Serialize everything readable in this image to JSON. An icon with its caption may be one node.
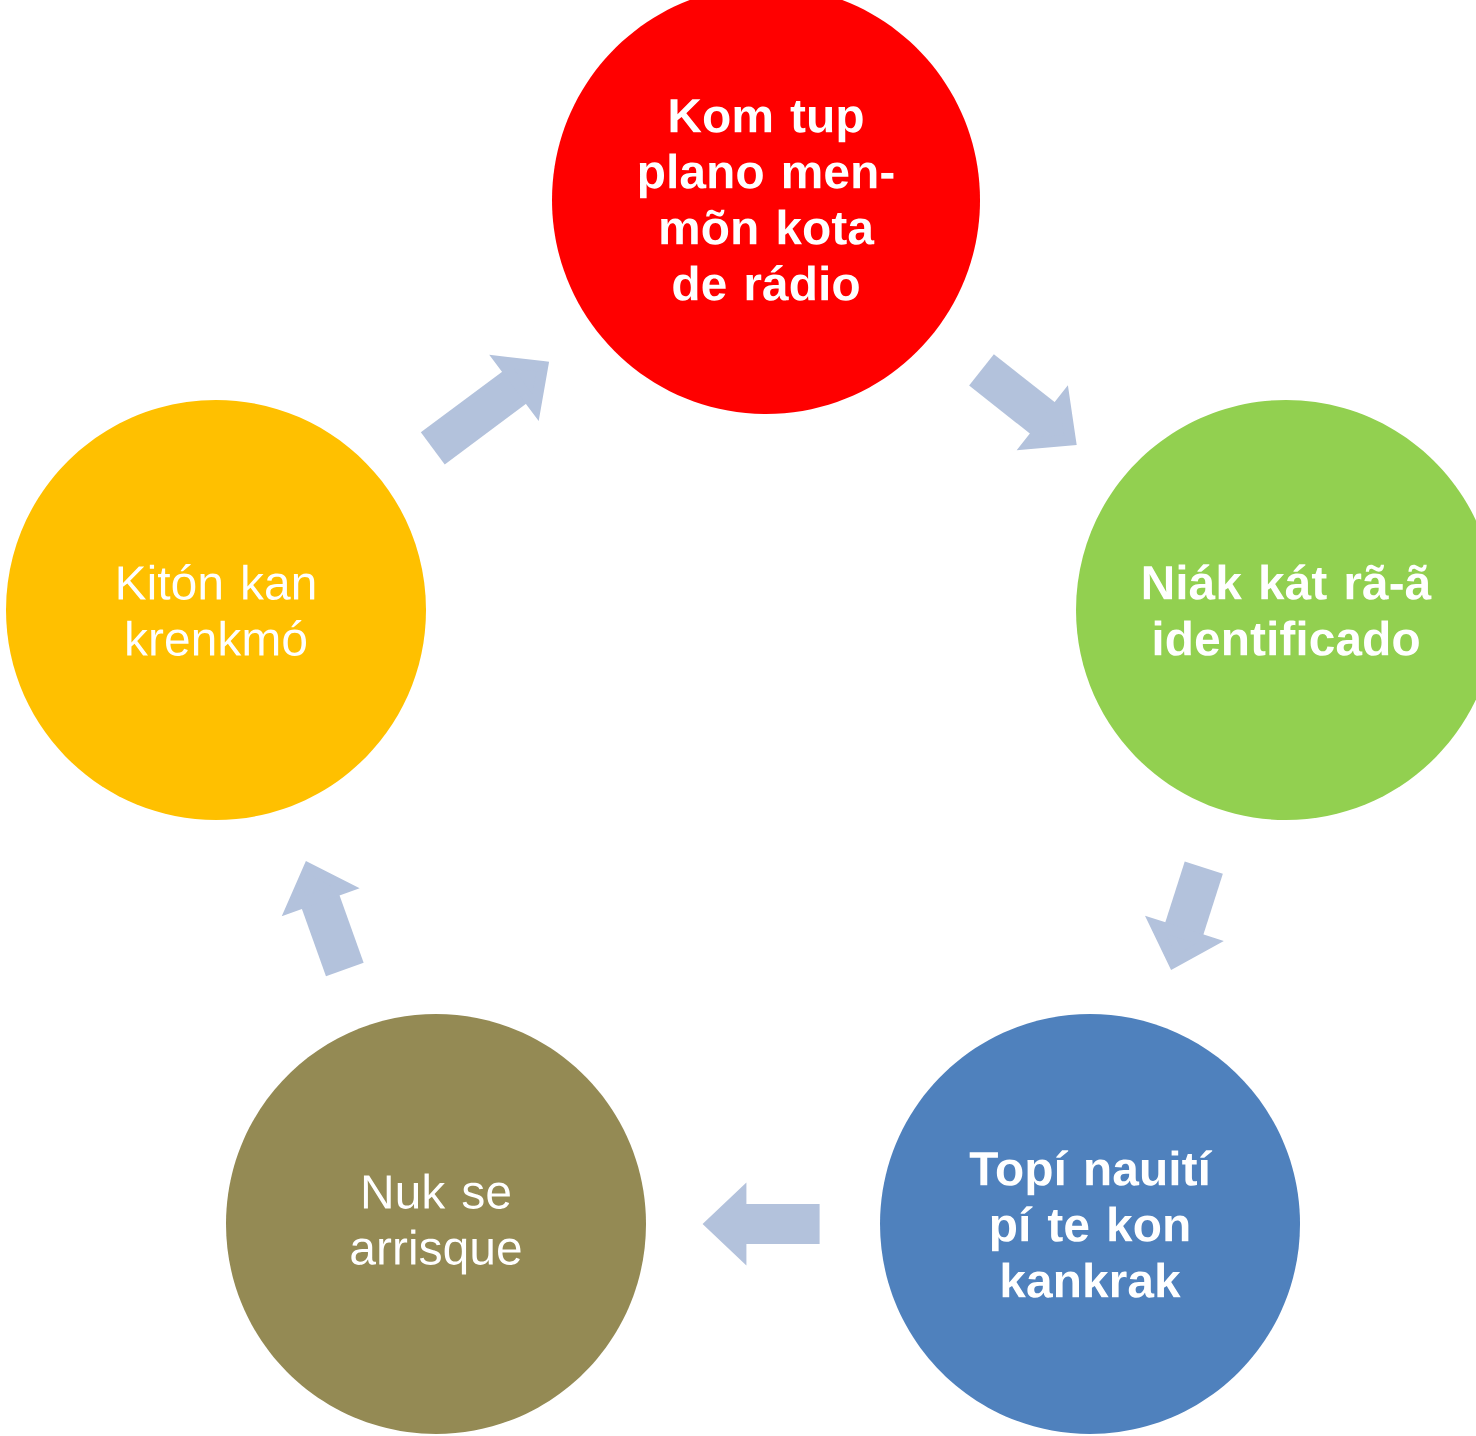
{
  "diagram": {
    "nodes": [
      {
        "text": [
          "Kom tup plano men-mõn kota de rádio"
        ]
      },
      {
        "text": [
          "Niák kát rã-ã identificado"
        ]
      },
      {
        "text": [
          "Topí nauití pí te kon kankrak"
        ]
      },
      {
        "text": [
          "Nuk se arrisque"
        ]
      },
      {
        "text": [
          "Kitón kan krenkmó"
        ]
      }
    ],
    "edges": [
      {
        "from": 0,
        "to": 1,
        "arrow": "to"
      },
      {
        "from": 1,
        "to": 2,
        "arrow": "to"
      },
      {
        "from": 2,
        "to": 3,
        "arrow": "to"
      },
      {
        "from": 3,
        "to": 4,
        "arrow": "to"
      },
      {
        "from": 4,
        "to": 0,
        "arrow": "to"
      }
    ]
  }
}
